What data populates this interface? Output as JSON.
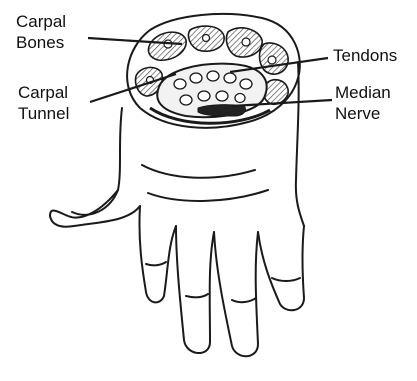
{
  "labels": {
    "carpal_bones": [
      "Carpal",
      "Bones"
    ],
    "carpal_tunnel": [
      "Carpal",
      "Tunnel"
    ],
    "tendons": [
      "Tendons"
    ],
    "median_nerve": [
      "Median",
      "Nerve"
    ]
  },
  "colors": {
    "line": "#1a1a1a",
    "background": "#ffffff",
    "bone_fill": "#bdbdbd",
    "tunnel_fill": "#f2f2f2",
    "nerve_fill": "#222222",
    "faint_text": "#c9c9c9"
  }
}
